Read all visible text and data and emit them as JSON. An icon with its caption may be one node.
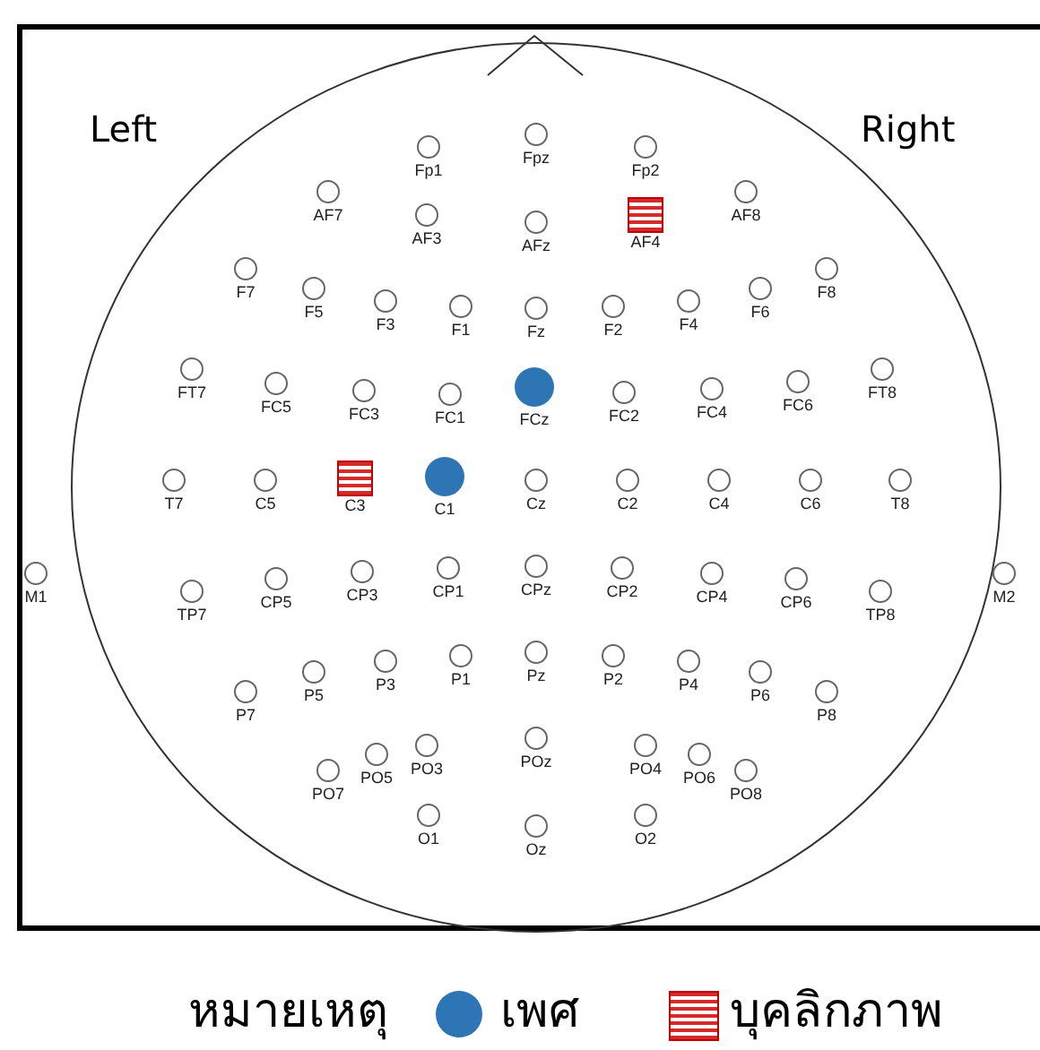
{
  "diagram": {
    "nodes": [
      {
        "text": [
          "Fp1"
        ]
      },
      {
        "text": [
          "Fpz"
        ]
      },
      {
        "text": [
          "Fp2"
        ]
      },
      {
        "text": [
          "AF7"
        ]
      },
      {
        "text": [
          "AF3"
        ]
      },
      {
        "text": [
          "AFz"
        ]
      },
      {
        "text": [
          "AF4"
        ]
      },
      {
        "text": [
          "AF8"
        ]
      },
      {
        "text": [
          "F7"
        ]
      },
      {
        "text": [
          "F5"
        ]
      },
      {
        "text": [
          "F3"
        ]
      },
      {
        "text": [
          "F1"
        ]
      },
      {
        "text": [
          "Fz"
        ]
      },
      {
        "text": [
          "F2"
        ]
      },
      {
        "text": [
          "F4"
        ]
      },
      {
        "text": [
          "F6"
        ]
      },
      {
        "text": [
          "F8"
        ]
      },
      {
        "text": [
          "FT7"
        ]
      },
      {
        "text": [
          "FC5"
        ]
      },
      {
        "text": [
          "FC3"
        ]
      },
      {
        "text": [
          "FC1"
        ]
      },
      {
        "text": [
          "FCz"
        ]
      },
      {
        "text": [
          "FC2"
        ]
      },
      {
        "text": [
          "FC4"
        ]
      },
      {
        "text": [
          "FC6"
        ]
      },
      {
        "text": [
          "FT8"
        ]
      },
      {
        "text": [
          "T7"
        ]
      },
      {
        "text": [
          "C5"
        ]
      },
      {
        "text": [
          "C3"
        ]
      },
      {
        "text": [
          "C1"
        ]
      },
      {
        "text": [
          "Cz"
        ]
      },
      {
        "text": [
          "C2"
        ]
      },
      {
        "text": [
          "C4"
        ]
      },
      {
        "text": [
          "C6"
        ]
      },
      {
        "text": [
          "T8"
        ]
      },
      {
        "text": [
          "M1"
        ]
      },
      {
        "text": [
          "TP7"
        ]
      },
      {
        "text": [
          "CP5"
        ]
      },
      {
        "text": [
          "CP3"
        ]
      },
      {
        "text": [
          "CP1"
        ]
      },
      {
        "text": [
          "CPz"
        ]
      },
      {
        "text": [
          "CP2"
        ]
      },
      {
        "text": [
          "CP4"
        ]
      },
      {
        "text": [
          "CP6"
        ]
      },
      {
        "text": [
          "TP8"
        ]
      },
      {
        "text": [
          "M2"
        ]
      },
      {
        "text": [
          "P7"
        ]
      },
      {
        "text": [
          "P5"
        ]
      },
      {
        "text": [
          "P3"
        ]
      },
      {
        "text": [
          "P1"
        ]
      },
      {
        "text": [
          "Pz"
        ]
      },
      {
        "text": [
          "P2"
        ]
      },
      {
        "text": [
          "P4"
        ]
      },
      {
        "text": [
          "P6"
        ]
      },
      {
        "text": [
          "P8"
        ]
      },
      {
        "text": [
          "PO7"
        ]
      },
      {
        "text": [
          "PO5"
        ]
      },
      {
        "text": [
          "PO3"
        ]
      },
      {
        "text": [
          "POz"
        ]
      },
      {
        "text": [
          "PO4"
        ]
      },
      {
        "text": [
          "PO6"
        ]
      },
      {
        "text": [
          "PO8"
        ]
      },
      {
        "text": [
          "O1"
        ]
      },
      {
        "text": [
          "Oz"
        ]
      },
      {
        "text": [
          "O2"
        ]
      }
    ],
    "labels": [
      "Left",
      "Right",
      "หมายเหตุ"
    ],
    "legend": [
      {
        "text": "เพศ",
        "color": "#2e75b6"
      },
      {
        "text": "บุคลิกภาพ"
      }
    ]
  }
}
